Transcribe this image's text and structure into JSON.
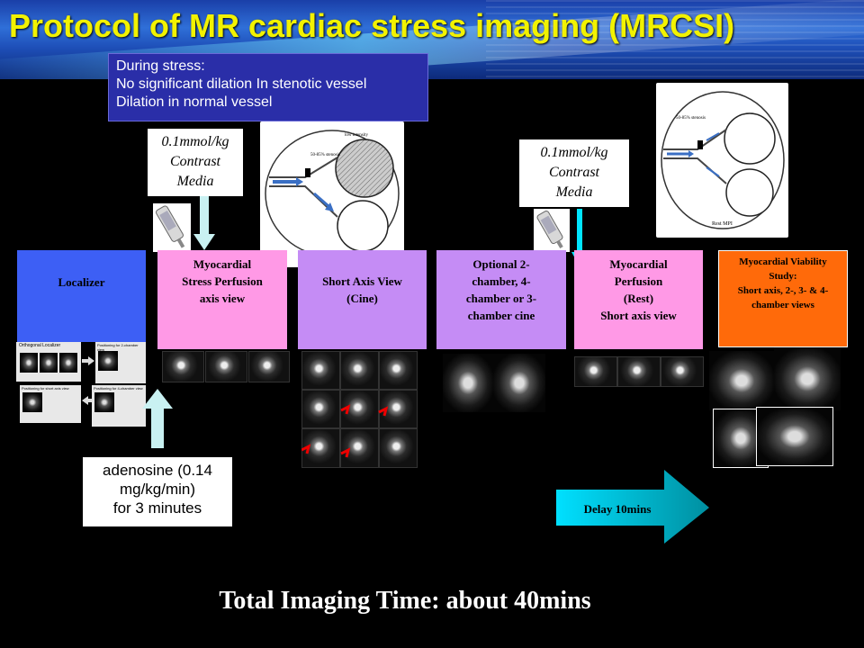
{
  "title": "Protocol of MR cardiac stress imaging (MRCSI)",
  "stress_note": {
    "lines": [
      "During stress:",
      "No significant dilation In stenotic vessel",
      "Dilation in normal vessel"
    ]
  },
  "contrast_left": [
    "0.1mmol/kg",
    "Contrast",
    "Media"
  ],
  "contrast_right": [
    "0.1mmol/kg",
    "Contrast",
    "Media"
  ],
  "diagram_stress": {
    "stenosis_label": "50-85% stenosis",
    "region_label": "low intensity"
  },
  "diagram_rest": {
    "stenosis_label": "50-85% stenosis",
    "caption": "Rest MPI"
  },
  "steps": {
    "localizer": "Localizer",
    "stress_perfusion": [
      "Myocardial",
      "Stress Perfusion",
      "axis view"
    ],
    "short_axis_cine": [
      "Short Axis View",
      "(Cine)"
    ],
    "optional_cine": [
      "Optional 2-",
      "chamber, 4-",
      "chamber or 3-",
      "chamber cine"
    ],
    "rest_perfusion": [
      "Myocardial",
      "Perfusion",
      "(Rest)",
      "Short axis view"
    ],
    "viability": [
      "Myocardial Viability",
      "Study:",
      "Short axis, 2-, 3- & 4-",
      "chamber views"
    ]
  },
  "localizer_thumbs": {
    "a": "Orthogonal Localizer",
    "b": "Positioning for 2-chamber view",
    "c": "Positioning for short axis view",
    "d": "Positioning for 4-chamber view"
  },
  "adenosine": {
    "line1": "adenosine (0.14",
    "line2": "mg/kg/min)",
    "line3": "for 3 minutes"
  },
  "delay": "Delay 10mins",
  "total_time": "Total Imaging Time: about 40mins",
  "colors": {
    "title": "#f2f200",
    "localizer": "#3d5ff5",
    "pink": "#ff99e6",
    "lavender": "#c58cf5",
    "viability": "#ff6a0a",
    "arrow_cyan": "#00e5ff",
    "arrow_light": "#c9f1f2"
  }
}
